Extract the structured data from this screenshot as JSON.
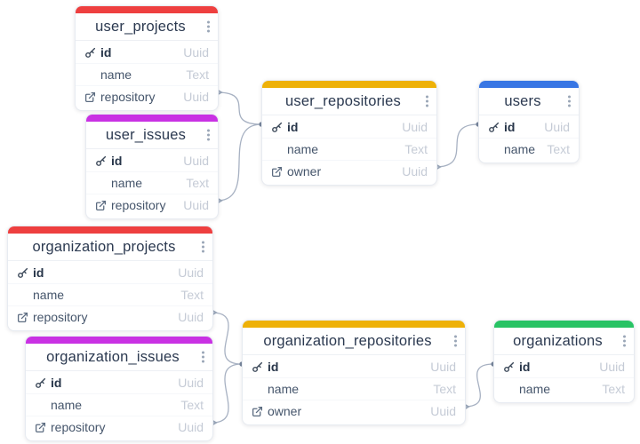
{
  "colors": {
    "red": "#ee3f3f",
    "magenta": "#c931e3",
    "amber": "#eeb108",
    "blue": "#3876e4",
    "green": "#28c364",
    "wire": "#a7b1c2"
  },
  "tables": [
    {
      "name": "user_projects",
      "color": "#ee3f3f",
      "fields": [
        {
          "name": "id",
          "type": "Uuid",
          "key": "primary"
        },
        {
          "name": "name",
          "type": "Text"
        },
        {
          "name": "repository",
          "type": "Uuid",
          "key": "foreign"
        }
      ]
    },
    {
      "name": "user_issues",
      "color": "#c931e3",
      "fields": [
        {
          "name": "id",
          "type": "Uuid",
          "key": "primary"
        },
        {
          "name": "name",
          "type": "Text"
        },
        {
          "name": "repository",
          "type": "Uuid",
          "key": "foreign"
        }
      ]
    },
    {
      "name": "user_repositories",
      "color": "#eeb108",
      "fields": [
        {
          "name": "id",
          "type": "Uuid",
          "key": "primary"
        },
        {
          "name": "name",
          "type": "Text"
        },
        {
          "name": "owner",
          "type": "Uuid",
          "key": "foreign"
        }
      ]
    },
    {
      "name": "users",
      "color": "#3876e4",
      "fields": [
        {
          "name": "id",
          "type": "Uuid",
          "key": "primary"
        },
        {
          "name": "name",
          "type": "Text"
        }
      ]
    },
    {
      "name": "organization_projects",
      "color": "#ee3f3f",
      "fields": [
        {
          "name": "id",
          "type": "Uuid",
          "key": "primary"
        },
        {
          "name": "name",
          "type": "Text"
        },
        {
          "name": "repository",
          "type": "Uuid",
          "key": "foreign"
        }
      ]
    },
    {
      "name": "organization_issues",
      "color": "#c931e3",
      "fields": [
        {
          "name": "id",
          "type": "Uuid",
          "key": "primary"
        },
        {
          "name": "name",
          "type": "Text"
        },
        {
          "name": "repository",
          "type": "Uuid",
          "key": "foreign"
        }
      ]
    },
    {
      "name": "organization_repositories",
      "color": "#eeb108",
      "fields": [
        {
          "name": "id",
          "type": "Uuid",
          "key": "primary"
        },
        {
          "name": "name",
          "type": "Text"
        },
        {
          "name": "owner",
          "type": "Uuid",
          "key": "foreign"
        }
      ]
    },
    {
      "name": "organizations",
      "color": "#28c364",
      "fields": [
        {
          "name": "id",
          "type": "Uuid",
          "key": "primary"
        },
        {
          "name": "name",
          "type": "Text"
        }
      ]
    }
  ],
  "relationships": [
    {
      "from": "user_projects.repository",
      "to": "user_repositories.id"
    },
    {
      "from": "user_issues.repository",
      "to": "user_repositories.id"
    },
    {
      "from": "user_repositories.owner",
      "to": "users.id"
    },
    {
      "from": "organization_projects.repository",
      "to": "organization_repositories.id"
    },
    {
      "from": "organization_issues.repository",
      "to": "organization_repositories.id"
    },
    {
      "from": "organization_repositories.owner",
      "to": "organizations.id"
    }
  ]
}
